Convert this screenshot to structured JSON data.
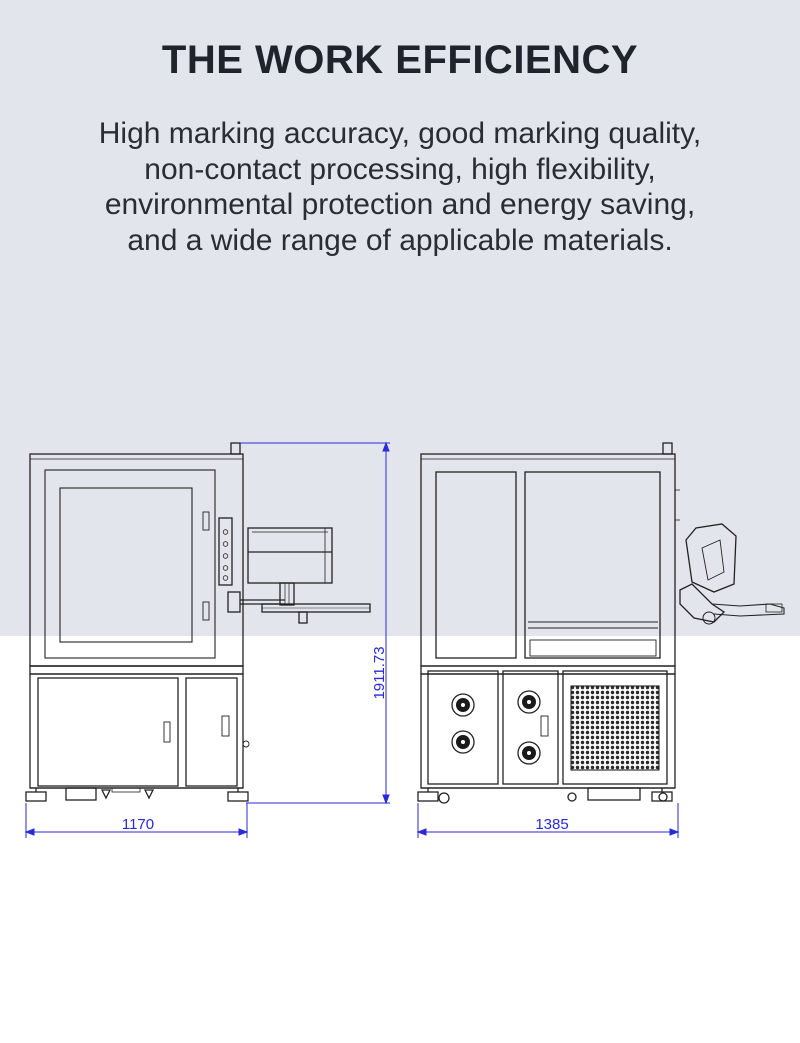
{
  "header": {
    "title": "THE WORK EFFICIENCY",
    "description_lines": [
      "High marking accuracy, good marking quality,",
      "non-contact processing, high flexibility,",
      "environmental protection and energy saving,",
      "and a wide range of applicable materials."
    ]
  },
  "drawing": {
    "front_view": {
      "width_label": "1170",
      "height_label": "1911.73"
    },
    "side_view": {
      "width_label": "1385"
    }
  },
  "colors": {
    "top_background": "#e2e6ec",
    "title": "#1f232b",
    "dimension": "#2a2ad8",
    "line": "#222222"
  }
}
